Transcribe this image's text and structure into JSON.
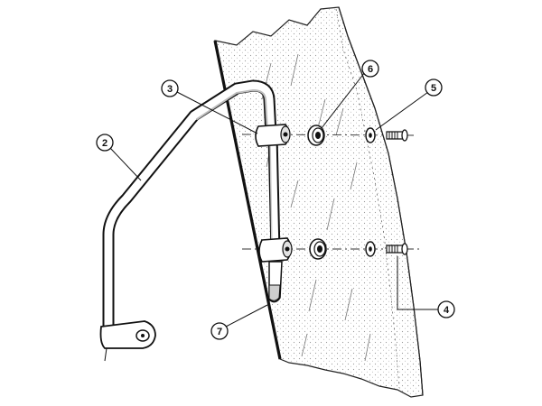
{
  "callouts": [
    {
      "id": "1",
      "label": "2"
    },
    {
      "id": "2",
      "label": "3"
    },
    {
      "id": "3",
      "label": "6"
    },
    {
      "id": "4",
      "label": "5"
    },
    {
      "id": "5",
      "label": "4"
    },
    {
      "id": "6",
      "label": "7"
    }
  ],
  "colors": {
    "ink": "#111111",
    "paper": "#ffffff",
    "shade": "#d8d8d8"
  }
}
